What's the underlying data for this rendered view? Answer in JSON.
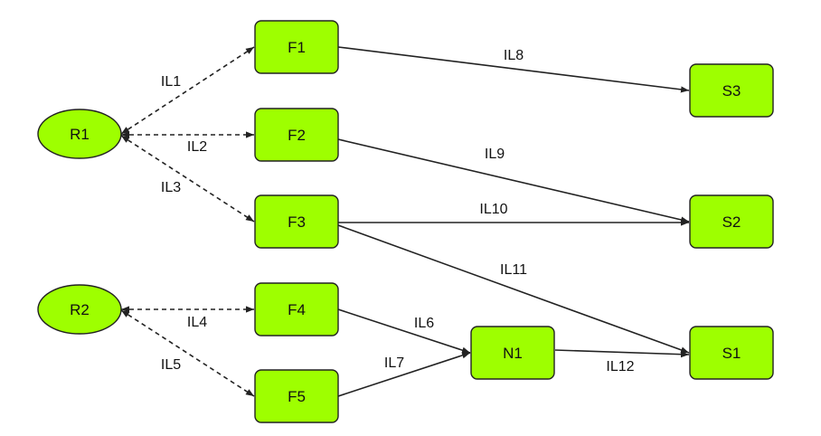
{
  "colors": {
    "node_fill": "#9eff00",
    "node_stroke": "#222222",
    "edge": "#222222",
    "background": "#ffffff"
  },
  "nodes": [
    {
      "id": "R1",
      "label": "R1",
      "shape": "ellipse"
    },
    {
      "id": "R2",
      "label": "R2",
      "shape": "ellipse"
    },
    {
      "id": "F1",
      "label": "F1",
      "shape": "rect"
    },
    {
      "id": "F2",
      "label": "F2",
      "shape": "rect"
    },
    {
      "id": "F3",
      "label": "F3",
      "shape": "rect"
    },
    {
      "id": "F4",
      "label": "F4",
      "shape": "rect"
    },
    {
      "id": "F5",
      "label": "F5",
      "shape": "rect"
    },
    {
      "id": "N1",
      "label": "N1",
      "shape": "rect"
    },
    {
      "id": "S1",
      "label": "S1",
      "shape": "rect"
    },
    {
      "id": "S2",
      "label": "S2",
      "shape": "rect"
    },
    {
      "id": "S3",
      "label": "S3",
      "shape": "rect"
    }
  ],
  "edges": [
    {
      "id": "IL1",
      "label": "IL1",
      "from": "R1",
      "to": "F1",
      "style": "dashed"
    },
    {
      "id": "IL2",
      "label": "IL2",
      "from": "R1",
      "to": "F2",
      "style": "dashed"
    },
    {
      "id": "IL3",
      "label": "IL3",
      "from": "R1",
      "to": "F3",
      "style": "dashed"
    },
    {
      "id": "IL4",
      "label": "IL4",
      "from": "R2",
      "to": "F4",
      "style": "dashed"
    },
    {
      "id": "IL5",
      "label": "IL5",
      "from": "R2",
      "to": "F5",
      "style": "dashed"
    },
    {
      "id": "IL6",
      "label": "IL6",
      "from": "F4",
      "to": "N1",
      "style": "solid"
    },
    {
      "id": "IL7",
      "label": "IL7",
      "from": "F5",
      "to": "N1",
      "style": "solid"
    },
    {
      "id": "IL8",
      "label": "IL8",
      "from": "F1",
      "to": "S3",
      "style": "solid"
    },
    {
      "id": "IL9",
      "label": "IL9",
      "from": "F2",
      "to": "S2",
      "style": "solid"
    },
    {
      "id": "IL10",
      "label": "IL10",
      "from": "F3",
      "to": "S2",
      "style": "solid"
    },
    {
      "id": "IL11",
      "label": "IL11",
      "from": "F3",
      "to": "S1",
      "style": "solid"
    },
    {
      "id": "IL12",
      "label": "IL12",
      "from": "N1",
      "to": "S1",
      "style": "solid"
    }
  ]
}
